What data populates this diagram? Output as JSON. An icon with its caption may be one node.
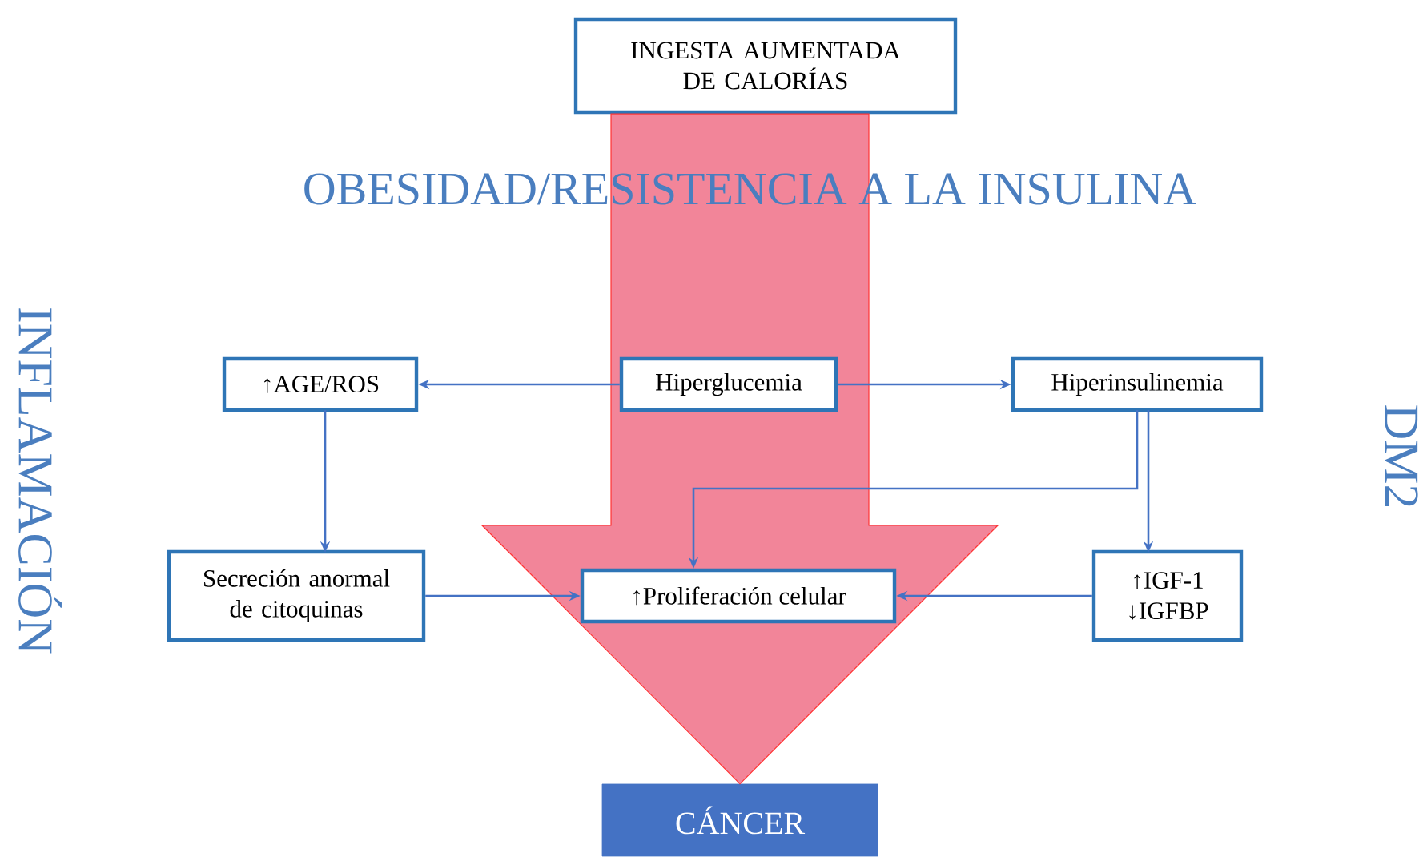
{
  "diagram": {
    "nodes": [
      {
        "text": [
          "INGESTA AUMENTADA DE CALORÍAS"
        ]
      },
      {
        "text": [
          "Hiperglucemia"
        ]
      },
      {
        "text": [
          "↑AGE/ROS"
        ]
      },
      {
        "text": [
          "Hiperinsulinemia"
        ]
      },
      {
        "text": [
          "Secreción anormal de citoquinas"
        ]
      },
      {
        "text": [
          "↑Proliferación celular"
        ]
      },
      {
        "text": [
          "↑IGF-1 ↓IGFBP"
        ]
      },
      {
        "text": [
          "CÁNCER"
        ]
      }
    ],
    "edges": [
      {
        "from": 0,
        "to": 7,
        "arrow": "to",
        "style": "thick",
        "color": "#f28599"
      },
      {
        "from": 1,
        "to": 2,
        "arrow": "to"
      },
      {
        "from": 1,
        "to": 3,
        "arrow": "to"
      },
      {
        "from": 2,
        "to": 4,
        "arrow": "to"
      },
      {
        "from": 3,
        "to": 5,
        "arrow": "to"
      },
      {
        "from": 3,
        "to": 6,
        "arrow": "to"
      },
      {
        "from": 4,
        "to": 5,
        "arrow": "to"
      },
      {
        "from": 6,
        "to": 5,
        "arrow": "to"
      }
    ],
    "labels": [
      "OBESIDAD/RESISTENCIA A LA INSULINA",
      "INFLAMACIÓN",
      "DM2"
    ]
  }
}
